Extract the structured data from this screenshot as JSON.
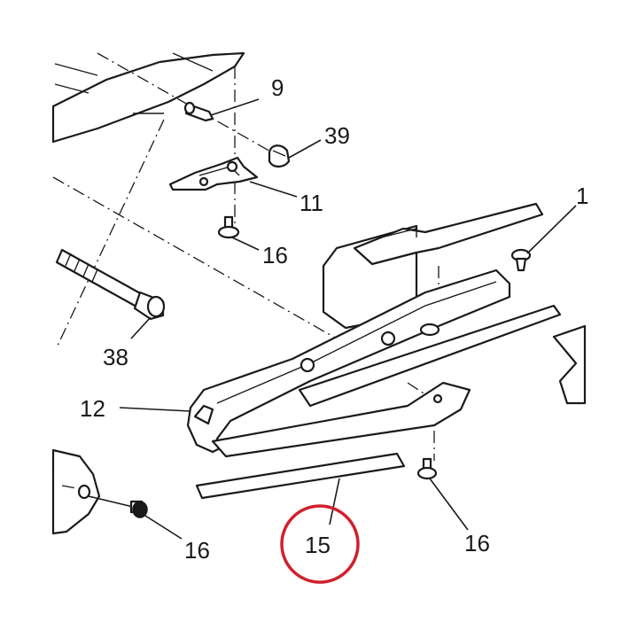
{
  "diagram": {
    "labels": {
      "p9": "9",
      "p39": "39",
      "p11": "11",
      "p16a": "16",
      "p38": "38",
      "p12": "12",
      "p1": "1",
      "p16b": "16",
      "p15": "15",
      "p16c": "16"
    },
    "highlight": {
      "part": "15",
      "color": "#d0202e"
    },
    "ink_color": "#1a1a1a"
  }
}
